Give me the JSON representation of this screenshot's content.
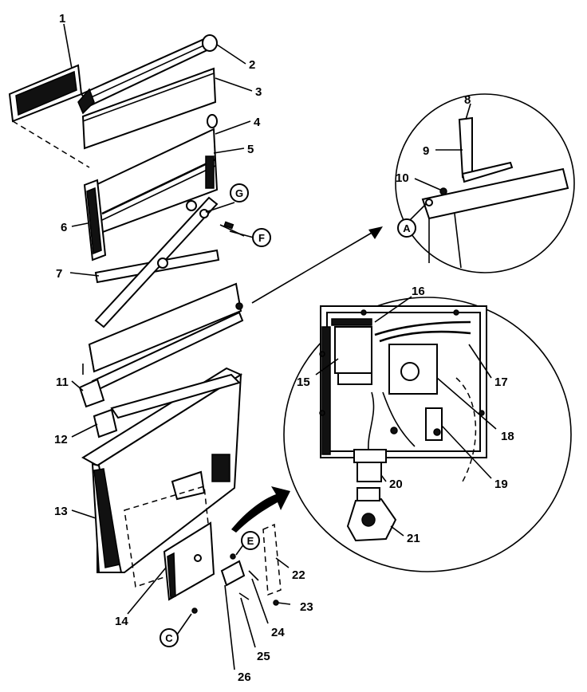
{
  "callouts": [
    "1",
    "2",
    "3",
    "4",
    "5",
    "6",
    "7",
    "8",
    "9",
    "10",
    "11",
    "12",
    "13",
    "14",
    "15",
    "16",
    "17",
    "18",
    "19",
    "20",
    "21",
    "22",
    "23",
    "24",
    "25",
    "26"
  ],
  "circled_refs": {
    "A": "A",
    "C": "C",
    "E": "E",
    "F": "F",
    "G": "G"
  },
  "colors": {
    "ink": "#000000",
    "paper": "#ffffff"
  }
}
